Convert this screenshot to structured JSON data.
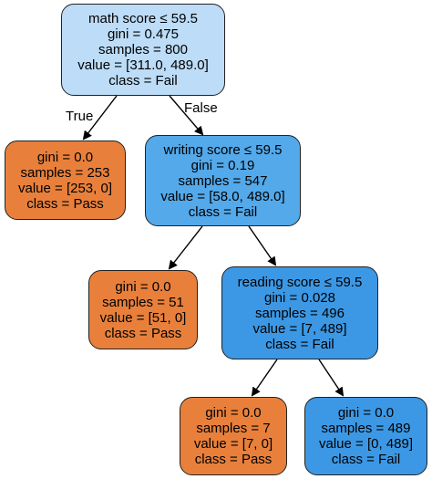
{
  "colors": {
    "root": "#bcdcf7",
    "fail_mid": "#53a9ea",
    "fail_deep": "#3c98e4",
    "pass": "#e8803c",
    "edge": "#000000"
  },
  "edge_labels": {
    "true_label": "True",
    "false_label": "False"
  },
  "nodes": {
    "root": {
      "condition": "math score ≤ 59.5",
      "gini": "gini = 0.475",
      "samples": "samples = 800",
      "value": "value = [311.0, 489.0]",
      "class": "class = Fail"
    },
    "left": {
      "gini": "gini = 0.0",
      "samples": "samples = 253",
      "value": "value = [253, 0]",
      "class": "class = Pass"
    },
    "right": {
      "condition": "writing score ≤ 59.5",
      "gini": "gini = 0.19",
      "samples": "samples = 547",
      "value": "value = [58.0, 489.0]",
      "class": "class = Fail"
    },
    "right_left": {
      "gini": "gini = 0.0",
      "samples": "samples = 51",
      "value": "value = [51, 0]",
      "class": "class = Pass"
    },
    "right_right": {
      "condition": "reading score ≤ 59.5",
      "gini": "gini = 0.028",
      "samples": "samples = 496",
      "value": "value = [7, 489]",
      "class": "class = Fail"
    },
    "rrl": {
      "gini": "gini = 0.0",
      "samples": "samples = 7",
      "value": "value = [7, 0]",
      "class": "class = Pass"
    },
    "rrr": {
      "gini": "gini = 0.0",
      "samples": "samples = 489",
      "value": "value = [0, 489]",
      "class": "class = Fail"
    }
  }
}
